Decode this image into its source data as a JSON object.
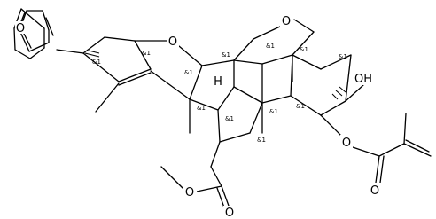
{
  "atoms": {
    "O": "O",
    "H": "H",
    "OH": "OH"
  },
  "stereo_label": "&1",
  "colors": {
    "ink": "#000000",
    "background": "#ffffff"
  }
}
